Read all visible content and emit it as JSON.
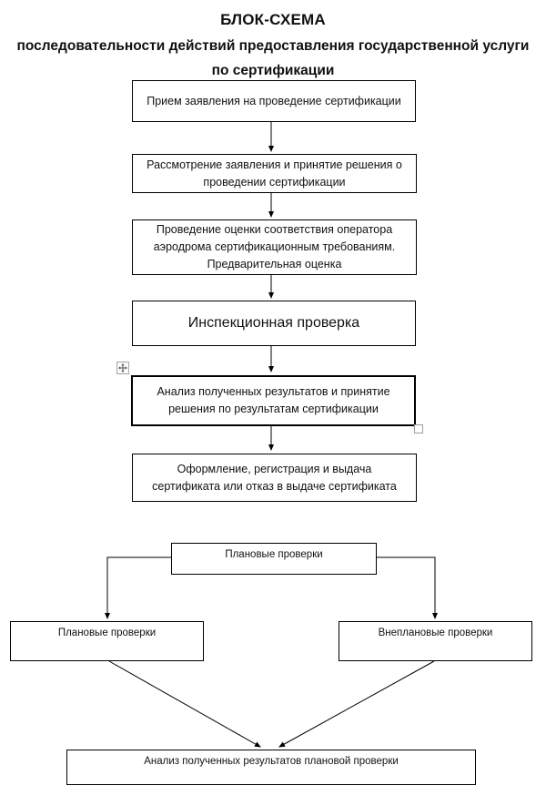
{
  "title": {
    "lines": [
      "БЛОК-СХЕМА",
      "последовательности действий предоставления государственной услуги",
      "по сертификации"
    ]
  },
  "main_flow": {
    "steps": [
      {
        "label": "Прием заявления на проведение сертификации"
      },
      {
        "label": "Рассмотрение заявления и принятие решения о\nпроведении сертификации"
      },
      {
        "label": "Проведение оценки соответствия оператора\nаэродрома сертификационным требованиям.\nПредварительная оценка"
      },
      {
        "label": "Инспекционная проверка"
      },
      {
        "label": "Анализ полученных результатов и принятие\nрешения по результатам сертификации"
      },
      {
        "label": "Оформление, регистрация и выдача\nсертификата или отказ в выдаче сертификата"
      }
    ]
  },
  "inspection_flow": {
    "root": {
      "label": "Плановые проверки"
    },
    "left": {
      "label": "Плановые проверки"
    },
    "right": {
      "label": "Внеплановые проверки"
    },
    "result": {
      "label": "Анализ полученных результатов плановой проверки"
    }
  },
  "icons": {
    "move_handle": "four-way-move-arrow",
    "resize_handle": "empty-square"
  },
  "colors": {
    "line": "#000000",
    "text": "#111111",
    "handle_border": "#a6a6a6",
    "background": "#ffffff"
  }
}
